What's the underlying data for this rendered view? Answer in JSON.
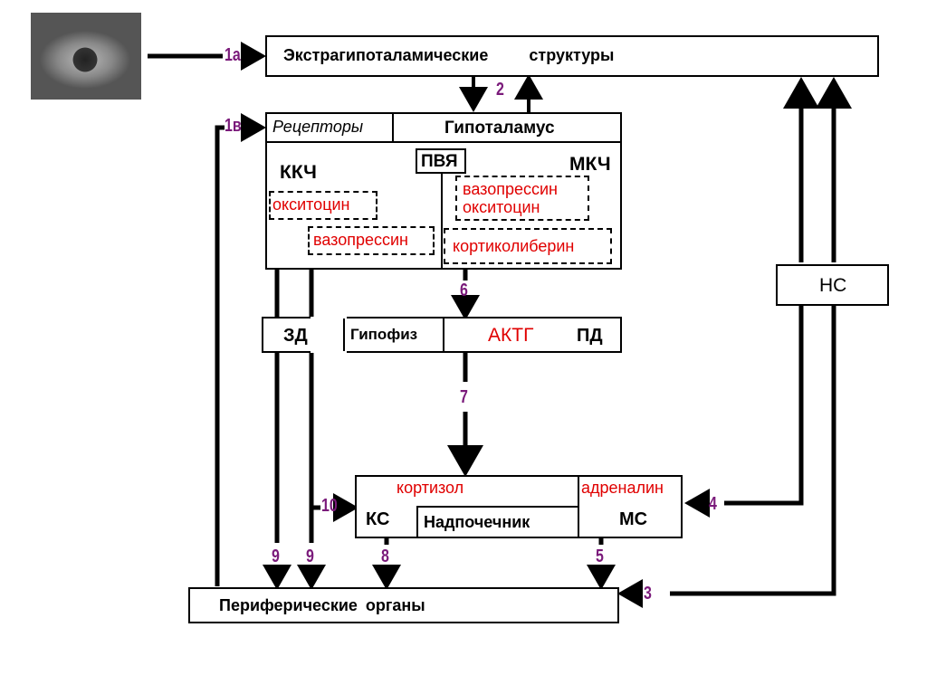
{
  "diagram": {
    "eye_image": "eye-photo",
    "boxes": {
      "extra": "Экстрагипоталамические         структуры",
      "receptors": "Рецепторы",
      "hypothalamus": "Гипоталамус",
      "pvya": "ПВЯ",
      "kkch": "ККЧ",
      "mkch": "МКЧ",
      "oxytocin_left": "окситоцин",
      "vasopressin_left": "вазопрессин",
      "vasopressin_right": "вазопрессин",
      "oxytocin_right": "окситоцин",
      "corticoliberin": "кортиколиберин",
      "zd": "ЗД",
      "hypophysis": "Гипофиз",
      "acth": "АКТГ",
      "pd": "ПД",
      "cortisol": "кортизол",
      "adrenaline": "адреналин",
      "ks": "КС",
      "adrenal": "Надпочечник",
      "ms": "МС",
      "ns": "НС",
      "peripheral": "Периферические органы"
    },
    "arrow_labels": {
      "a1a": "1а",
      "a1v": "1в",
      "a2": "2",
      "a3": "3",
      "a4": "4",
      "a5": "5",
      "a6": "6",
      "a7": "7",
      "a8": "8",
      "a9a": "9",
      "a9b": "9",
      "a10": "10"
    },
    "colors": {
      "hormone": "#e00000",
      "arrow_number": "#7a1a7a",
      "line": "#000000"
    }
  }
}
